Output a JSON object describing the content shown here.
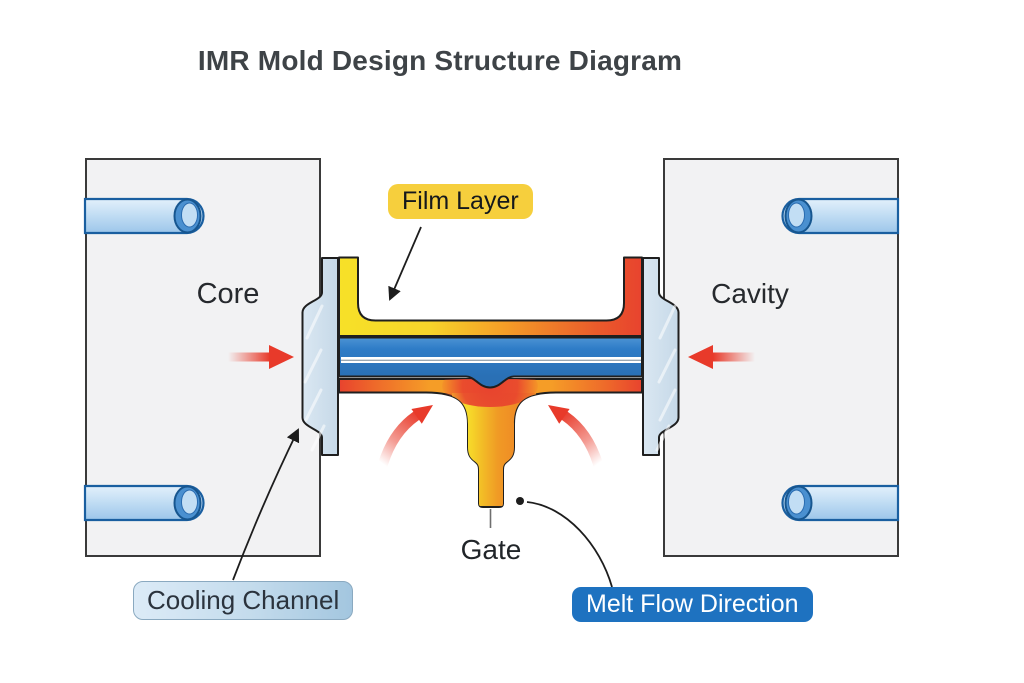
{
  "title": "IMR Mold Design Structure Diagram",
  "labels": {
    "core": "Core",
    "cavity": "Cavity",
    "gate": "Gate"
  },
  "callouts": {
    "film_layer": "Film Layer",
    "cooling_channel": "Cooling Channel",
    "melt_flow_direction": "Melt Flow Direction"
  },
  "colors": {
    "film_yellow": "#f7e128",
    "melt_orange": "#f59d27",
    "melt_red": "#e8432e",
    "substrate_blue": "#2e7cc7",
    "mold_block_gray": "#f2f2f3",
    "insert_steel_blue": "#d3e1ee",
    "cooling_tube_blue": "#c3def4",
    "clamp_arrow_red": "#e83a2a",
    "film_label_bg": "#f6cf3d",
    "cooling_label_bg": "#c3dbec",
    "melt_label_bg": "#1e72c0",
    "title_text": "#3e4347"
  }
}
